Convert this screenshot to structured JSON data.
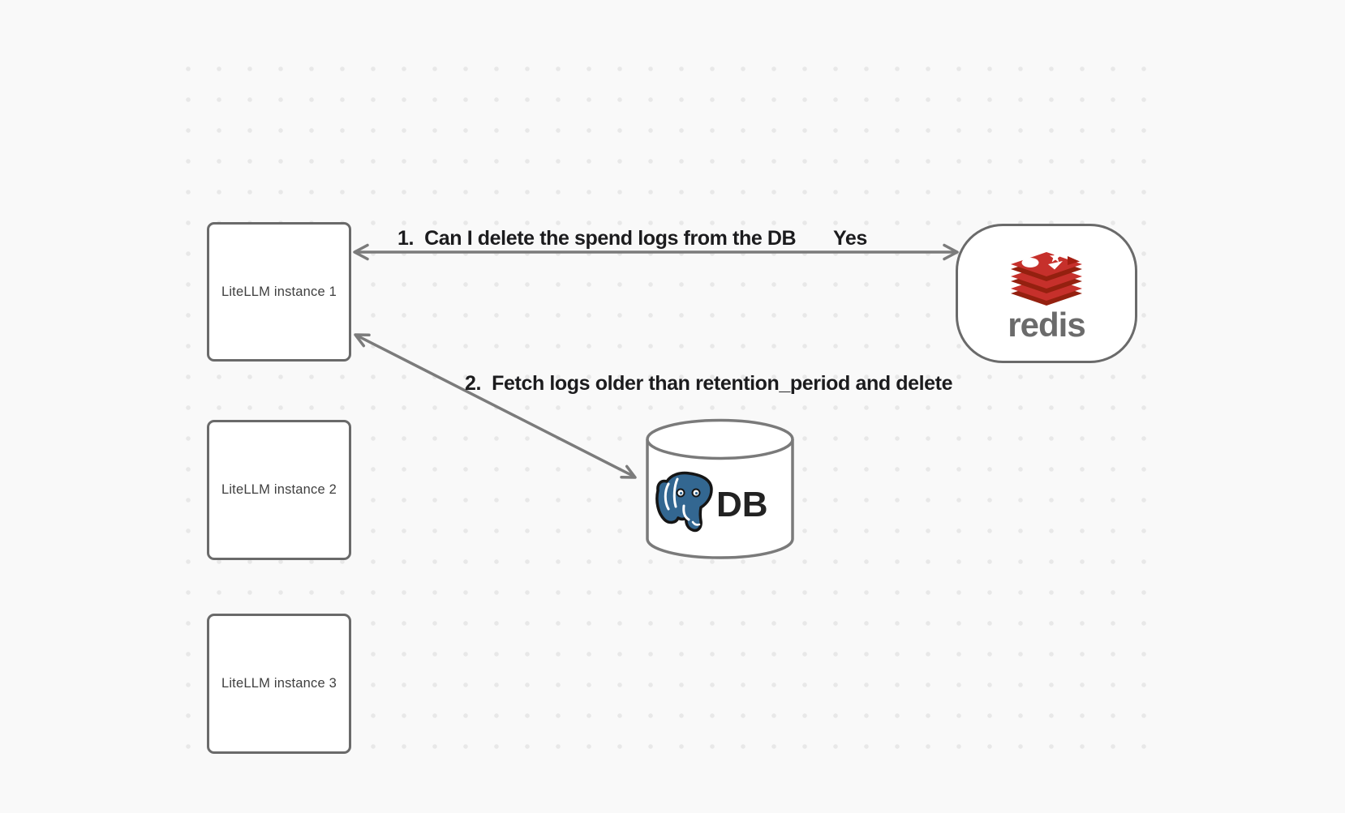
{
  "canvas": {
    "background": "#f9f9f9",
    "dot_color": "#e8e8e8"
  },
  "nodes": {
    "instances": [
      {
        "label": "LiteLLM instance 1"
      },
      {
        "label": "LiteLLM instance 2"
      },
      {
        "label": "LiteLLM instance 3"
      }
    ],
    "redis": {
      "wordmark": "redis",
      "icon": "redis-logo"
    },
    "db": {
      "label": "DB",
      "icon": "postgresql-elephant-logo"
    }
  },
  "annotations": {
    "step1": "1.  Can I delete the spend logs from the DB",
    "step1_reply": "Yes",
    "step2": "2.  Fetch logs older than retention_period and delete"
  },
  "colors": {
    "shape_border": "#6a6a6a",
    "arrow": "#7b7b7b",
    "annotation_text": "#1c1c1e",
    "node_label_text": "#3f3f3f",
    "redis_red": "#c6302b",
    "redis_dark_red": "#94200f",
    "redis_wordmark_gray": "#6b6b6b",
    "postgres_blue": "#336791"
  }
}
